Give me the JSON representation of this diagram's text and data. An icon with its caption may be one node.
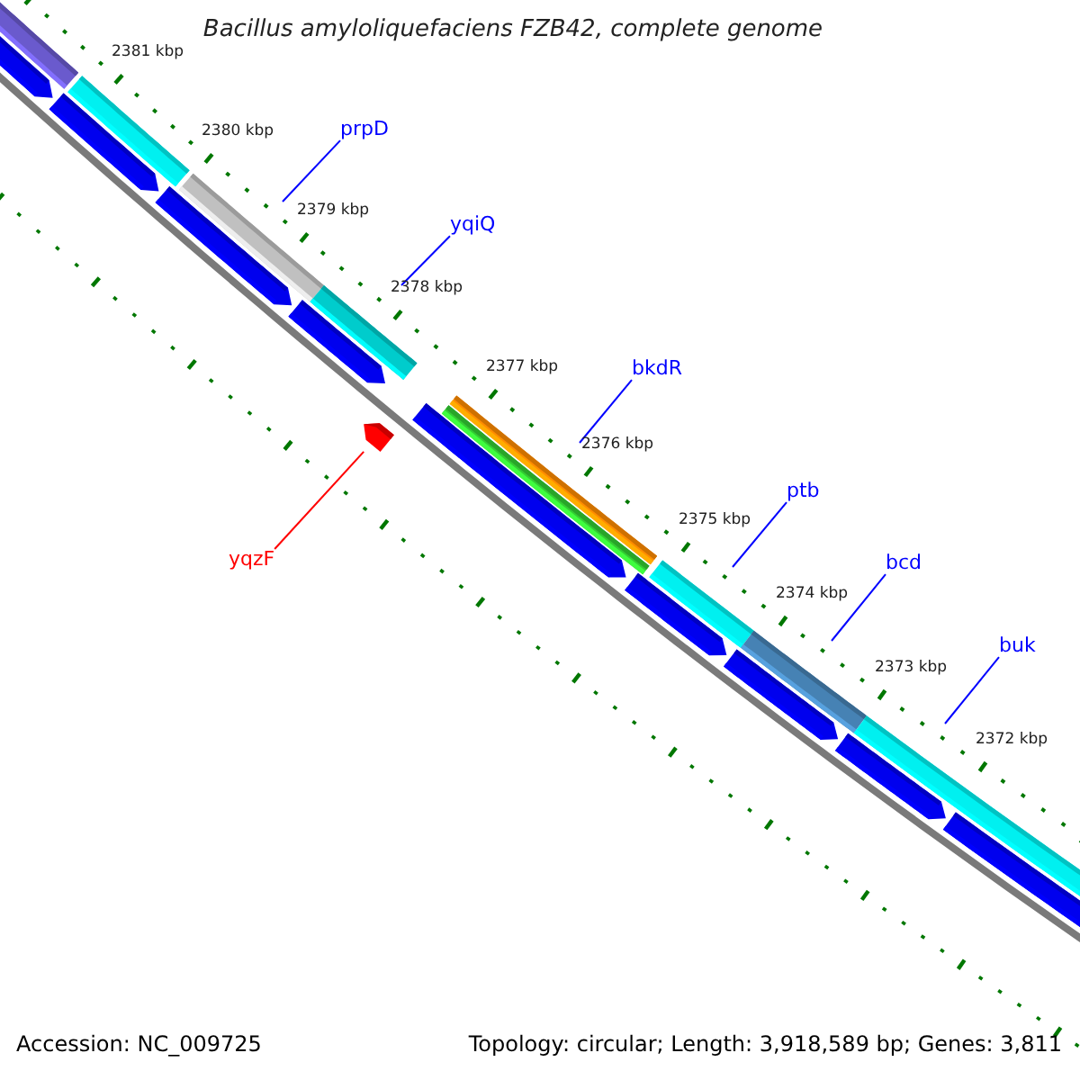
{
  "diagram": {
    "title": "Bacillus amyloliquefaciens FZB42, complete genome",
    "nodes": [
      {
        "text": [
          "prpD"
        ]
      },
      {
        "text": [
          "yqiQ"
        ]
      },
      {
        "text": [
          "bkdR"
        ]
      },
      {
        "text": [
          "ptb"
        ]
      },
      {
        "text": [
          "bcd"
        ]
      },
      {
        "text": [
          "buk"
        ]
      },
      {
        "text": [
          "yqzF"
        ]
      },
      {
        "text": [],
        "shape": "bar"
      },
      {
        "text": [],
        "shape": "bar"
      },
      {
        "text": [],
        "shape": "bar"
      },
      {
        "text": [],
        "shape": "bar"
      },
      {
        "text": [],
        "shape": "bar"
      },
      {
        "text": [],
        "shape": "bar"
      },
      {
        "text": [],
        "shape": "arrow"
      }
    ],
    "edges": [
      {
        "from": 0,
        "to": 7,
        "arrow": "none"
      },
      {
        "from": 1,
        "to": 8,
        "arrow": "none"
      },
      {
        "from": 2,
        "to": 9,
        "arrow": "none"
      },
      {
        "from": 3,
        "to": 10,
        "arrow": "none"
      },
      {
        "from": 4,
        "to": 11,
        "arrow": "none"
      },
      {
        "from": 5,
        "to": 12,
        "arrow": "none"
      },
      {
        "from": 6,
        "to": 13,
        "arrow": "none",
        "color": "#ff0000"
      }
    ],
    "labels": [
      "2381 kbp",
      "2380 kbp",
      "2379 kbp",
      "2378 kbp",
      "2377 kbp",
      "2376 kbp",
      "2375 kbp",
      "2374 kbp",
      "2373 kbp",
      "2372 kbp",
      "Accession: NC_009725",
      "Topology: circular; Length: 3,918,589 bp; Genes: 3,811"
    ]
  }
}
